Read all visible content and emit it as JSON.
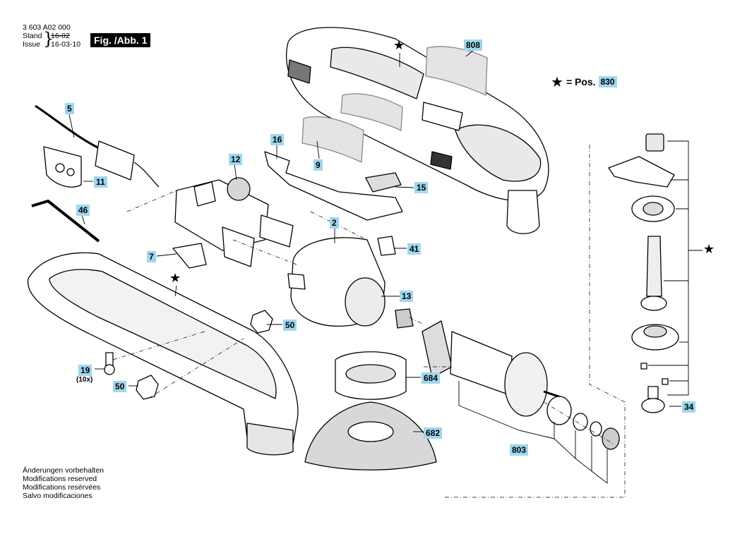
{
  "header": {
    "doc_number": "3 603 A02 000",
    "stand_label": "Stand",
    "stand_date": "16-02",
    "issue_label": "Issue",
    "issue_date": "16-03-10",
    "bracket": "}",
    "fig_label": "Fig. /Abb. 1"
  },
  "legend": {
    "star": "★",
    "text": "= Pos.",
    "pos_number": "830"
  },
  "disclaimer": [
    "Änderungen vorbehalten",
    "Modifications reserved",
    "Modifications resérvées",
    "Salvo modificaciones"
  ],
  "callouts": [
    {
      "id": "5",
      "label": "5"
    },
    {
      "id": "11",
      "label": "11"
    },
    {
      "id": "46",
      "label": "46"
    },
    {
      "id": "12",
      "label": "12"
    },
    {
      "id": "16",
      "label": "16"
    },
    {
      "id": "9",
      "label": "9"
    },
    {
      "id": "808",
      "label": "808"
    },
    {
      "id": "15",
      "label": "15"
    },
    {
      "id": "7",
      "label": "7"
    },
    {
      "id": "2",
      "label": "2"
    },
    {
      "id": "41",
      "label": "41"
    },
    {
      "id": "13",
      "label": "13"
    },
    {
      "id": "50a",
      "label": "50"
    },
    {
      "id": "19",
      "label": "19"
    },
    {
      "id": "50b",
      "label": "50"
    },
    {
      "id": "684",
      "label": "684"
    },
    {
      "id": "682",
      "label": "682"
    },
    {
      "id": "803",
      "label": "803"
    },
    {
      "id": "34",
      "label": "34"
    }
  ],
  "quantity_note": "(10x)",
  "star_symbol": "★",
  "colors": {
    "callout_bg": "#9fd6ee",
    "line": "#000000",
    "part_fill": "#ffffff",
    "shade": "#bdbdbd",
    "dark_shade": "#555555"
  }
}
